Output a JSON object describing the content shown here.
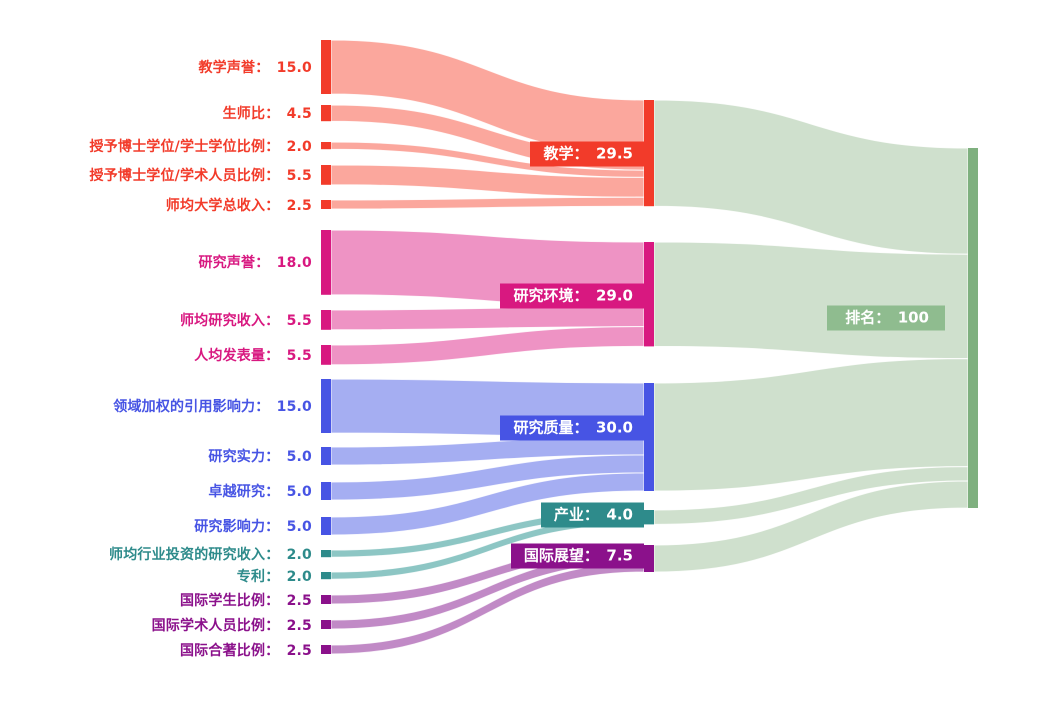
{
  "chart_data": {
    "type": "sankey",
    "separator": "：",
    "sources": [
      {
        "id": "teaching-reputation",
        "label": "教学声誉",
        "value": 15.0,
        "value_text": "15.0",
        "category": "teaching"
      },
      {
        "id": "student-staff-ratio",
        "label": "生师比",
        "value": 4.5,
        "value_text": "4.5",
        "category": "teaching"
      },
      {
        "id": "doctorate-bachelor-ratio",
        "label": "授予博士学位/学士学位比例",
        "value": 2.0,
        "value_text": "2.0",
        "category": "teaching"
      },
      {
        "id": "doctorate-staff-ratio",
        "label": "授予博士学位/学术人员比例",
        "value": 5.5,
        "value_text": "5.5",
        "category": "teaching"
      },
      {
        "id": "institutional-income",
        "label": "师均大学总收入",
        "value": 2.5,
        "value_text": "2.5",
        "category": "teaching"
      },
      {
        "id": "research-reputation",
        "label": "研究声誉",
        "value": 18.0,
        "value_text": "18.0",
        "category": "environment"
      },
      {
        "id": "research-income",
        "label": "师均研究收入",
        "value": 5.5,
        "value_text": "5.5",
        "category": "environment"
      },
      {
        "id": "research-productivity",
        "label": "人均发表量",
        "value": 5.5,
        "value_text": "5.5",
        "category": "environment"
      },
      {
        "id": "citation-impact",
        "label": "领域加权的引用影响力",
        "value": 15.0,
        "value_text": "15.0",
        "category": "quality"
      },
      {
        "id": "research-strength",
        "label": "研究实力",
        "value": 5.0,
        "value_text": "5.0",
        "category": "quality"
      },
      {
        "id": "research-excellence",
        "label": "卓越研究",
        "value": 5.0,
        "value_text": "5.0",
        "category": "quality"
      },
      {
        "id": "research-influence",
        "label": "研究影响力",
        "value": 5.0,
        "value_text": "5.0",
        "category": "quality"
      },
      {
        "id": "industry-income",
        "label": "师均行业投资的研究收入",
        "value": 2.0,
        "value_text": "2.0",
        "category": "industry"
      },
      {
        "id": "patents",
        "label": "专利",
        "value": 2.0,
        "value_text": "2.0",
        "category": "industry"
      },
      {
        "id": "international-students",
        "label": "国际学生比例",
        "value": 2.5,
        "value_text": "2.5",
        "category": "international"
      },
      {
        "id": "international-staff",
        "label": "国际学术人员比例",
        "value": 2.5,
        "value_text": "2.5",
        "category": "international"
      },
      {
        "id": "international-collaboration",
        "label": "国际合著比例",
        "value": 2.5,
        "value_text": "2.5",
        "category": "international"
      }
    ],
    "categories": [
      {
        "id": "teaching",
        "label": "教学",
        "value": 29.5,
        "value_text": "29.5"
      },
      {
        "id": "environment",
        "label": "研究环境",
        "value": 29.0,
        "value_text": "29.0"
      },
      {
        "id": "quality",
        "label": "研究质量",
        "value": 30.0,
        "value_text": "30.0"
      },
      {
        "id": "industry",
        "label": "产业",
        "value": 4.0,
        "value_text": "4.0"
      },
      {
        "id": "international",
        "label": "国际展望",
        "value": 7.5,
        "value_text": "7.5"
      }
    ],
    "target": {
      "id": "rank",
      "label": "排名",
      "value": 100,
      "value_text": "100"
    },
    "colors": {
      "teaching": {
        "node": "#f23b2a",
        "flow": "#fba79d",
        "text": "#f23b2a"
      },
      "environment": {
        "node": "#d81880",
        "flow": "#ee93c4",
        "text": "#d81880"
      },
      "quality": {
        "node": "#4754e4",
        "flow": "#a5aef2",
        "text": "#4754e4"
      },
      "industry": {
        "node": "#2e8b8b",
        "flow": "#8dc6c4",
        "text": "#2e8b8b"
      },
      "international": {
        "node": "#8b118b",
        "flow": "#c18ac6",
        "text": "#8b118b"
      },
      "rank": {
        "node": "#7fb07f",
        "flow": "#cfe0cd",
        "box": "#8fbc8f"
      }
    }
  }
}
